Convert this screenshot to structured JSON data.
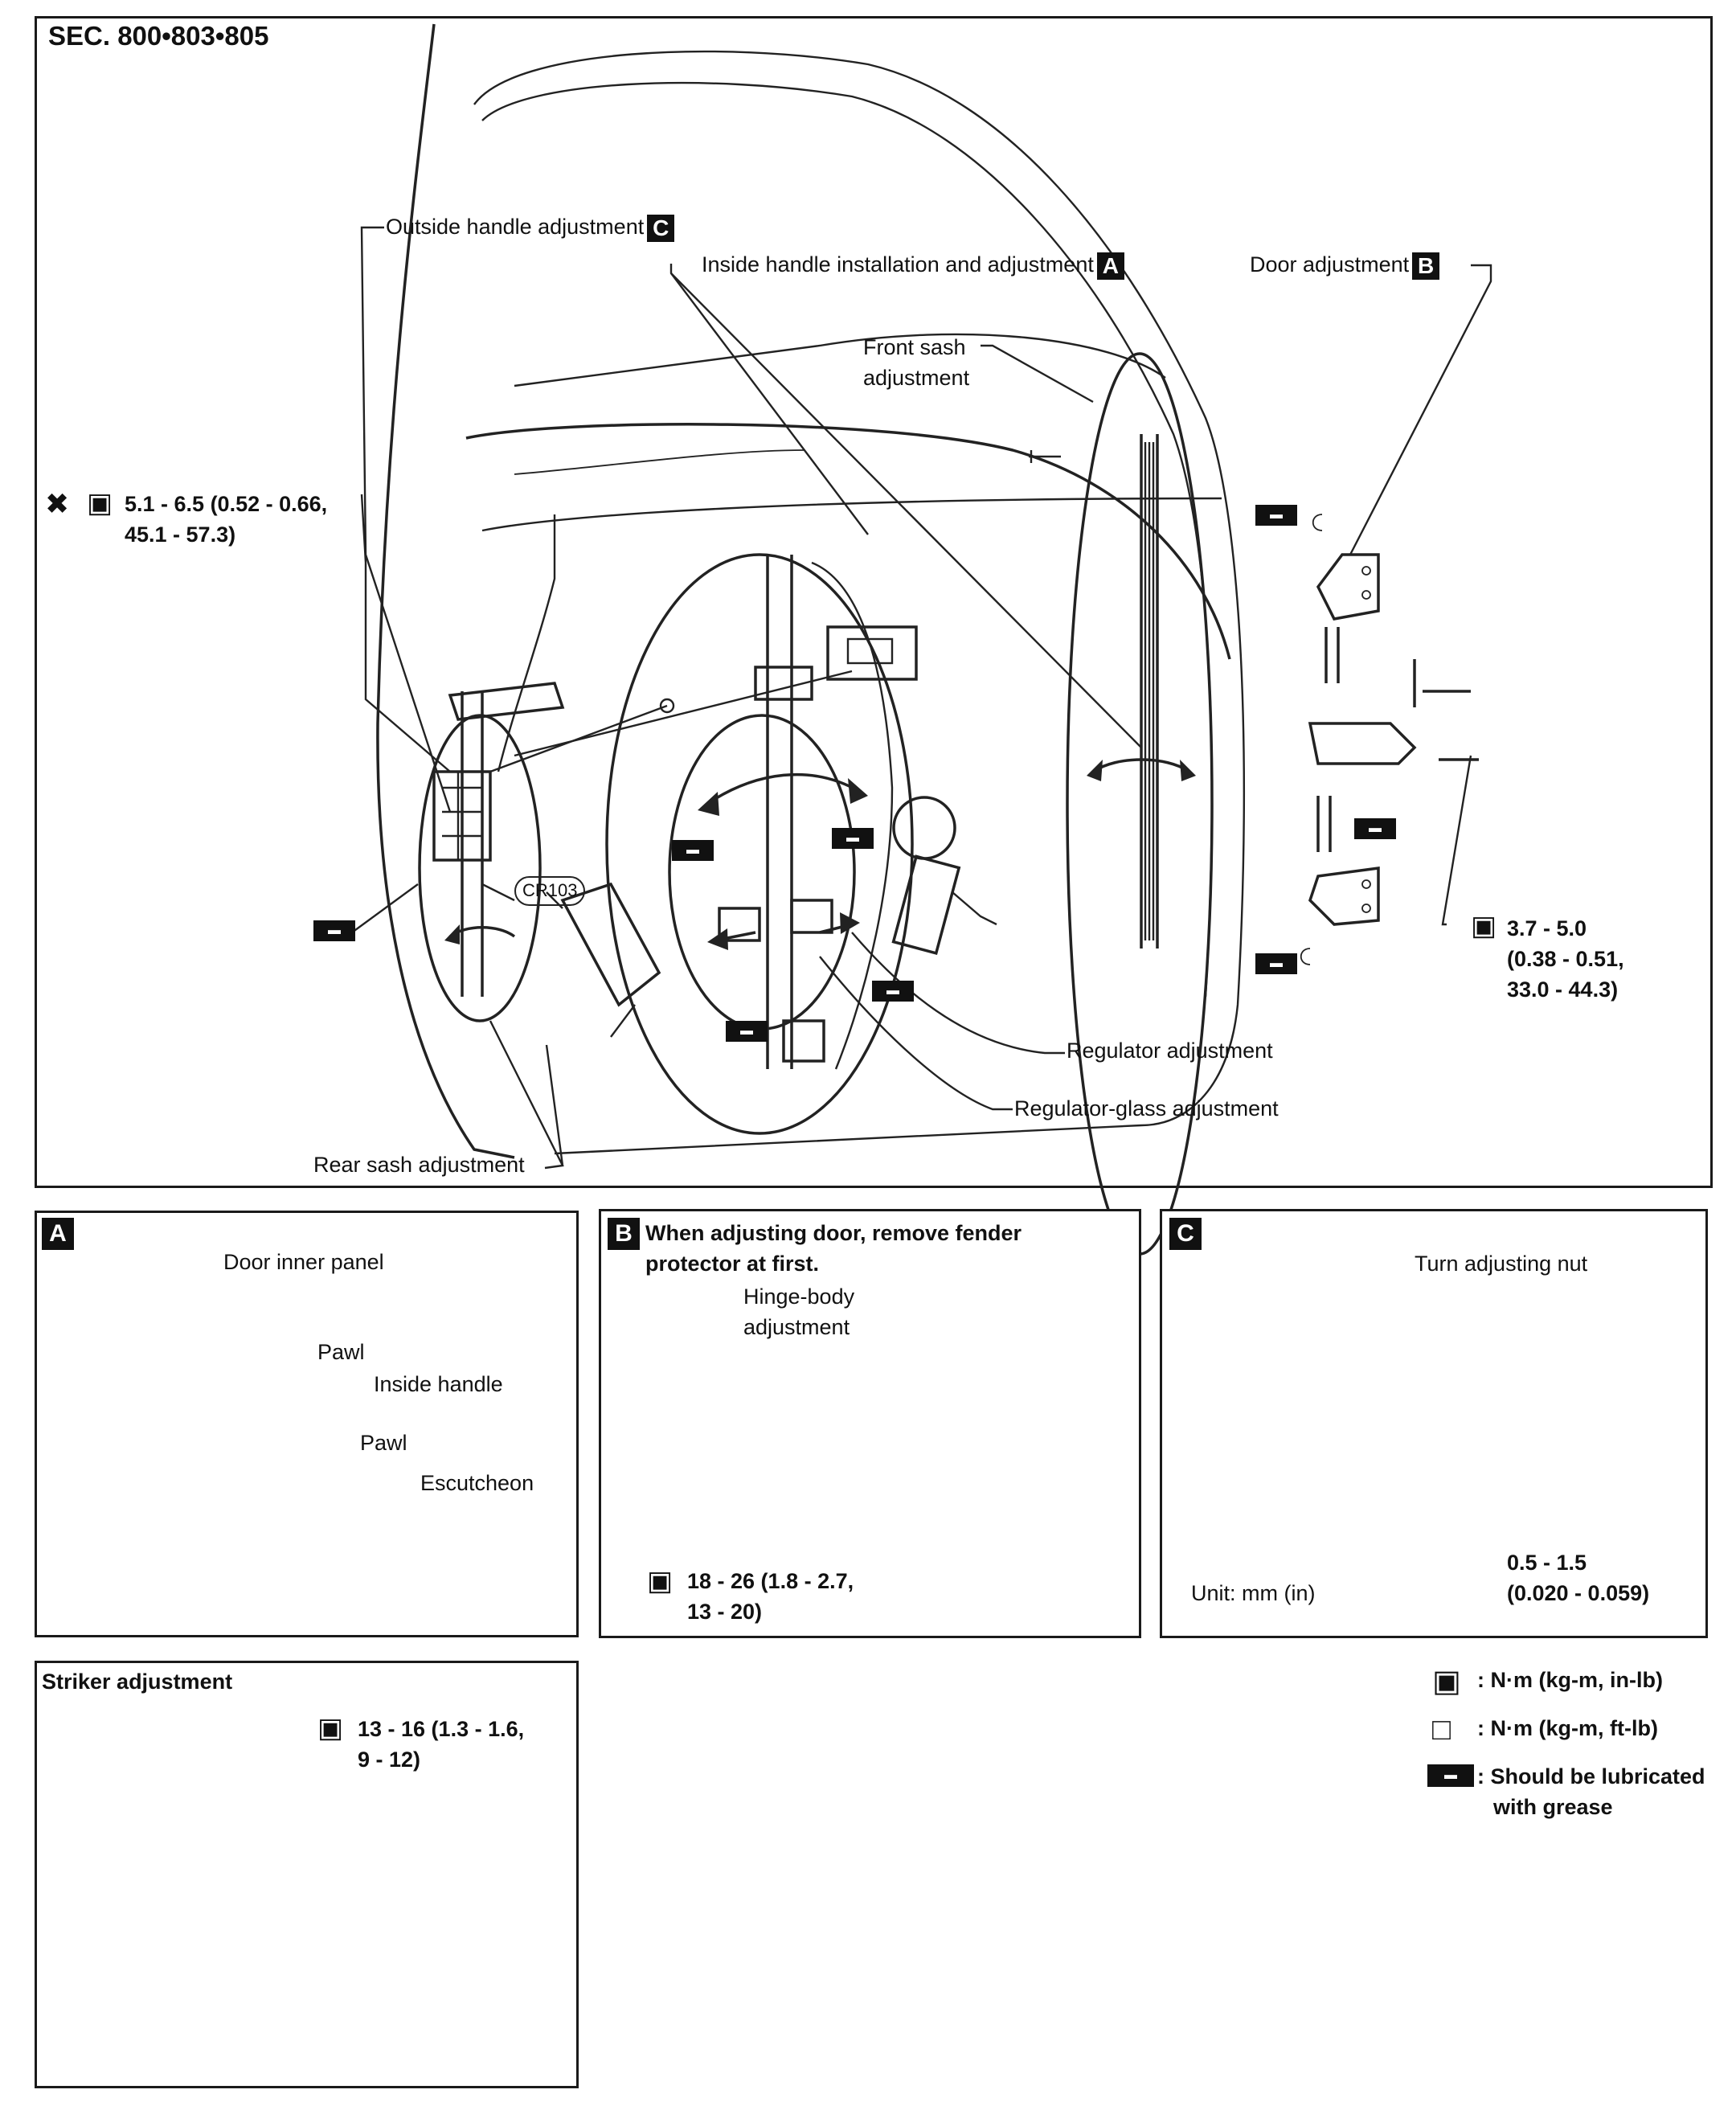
{
  "section": "SEC. 800•803•805",
  "main": {
    "outside_handle": {
      "label": "Outside handle adjustment",
      "tag": "C"
    },
    "inside_handle": {
      "label": "Inside handle installation and adjustment",
      "tag": "A"
    },
    "door_adjustment": {
      "label": "Door adjustment",
      "tag": "B"
    },
    "front_sash": {
      "line1": "Front sash",
      "line2": "adjustment"
    },
    "rear_sash": "Rear sash adjustment",
    "regulator": "Regulator adjustment",
    "regulator_glass": "Regulator-glass adjustment",
    "torque_left": {
      "line1": "5.1 - 6.5  (0.52 - 0.66,",
      "line2": "45.1 - 57.3)"
    },
    "torque_hinge": {
      "line1": "3.7 - 5.0",
      "line2": "(0.38 - 0.51,",
      "line3": "33.0 - 44.3)"
    },
    "connector": "CR103"
  },
  "panel_a": {
    "tag": "A",
    "door_inner_panel": "Door inner panel",
    "pawl_1": "Pawl",
    "inside_handle": "Inside handle",
    "pawl_2": "Pawl",
    "escutcheon": "Escutcheon"
  },
  "panel_b": {
    "tag": "B",
    "note_line1": "When adjusting door, remove fender",
    "note_line2": "protector at first.",
    "hinge_line1": "Hinge-body",
    "hinge_line2": "adjustment",
    "torque_line1": "18 - 26 (1.8 - 2.7,",
    "torque_line2": "13 - 20)"
  },
  "panel_c": {
    "tag": "C",
    "turn_nut": "Turn adjusting nut",
    "unit": "Unit: mm (in)",
    "gap_line1": "0.5 - 1.5",
    "gap_line2": "(0.020 - 0.059)"
  },
  "striker": {
    "title": "Striker adjustment",
    "torque_line1": "13 - 16 (1.3 - 1.6,",
    "torque_line2": "9 - 12)"
  },
  "legend": {
    "inlb": ": N·m (kg-m, in-lb)",
    "ftlb": ": N·m (kg-m, ft-lb)",
    "grease_line1": ": Should be lubricated",
    "grease_line2": "with grease"
  }
}
